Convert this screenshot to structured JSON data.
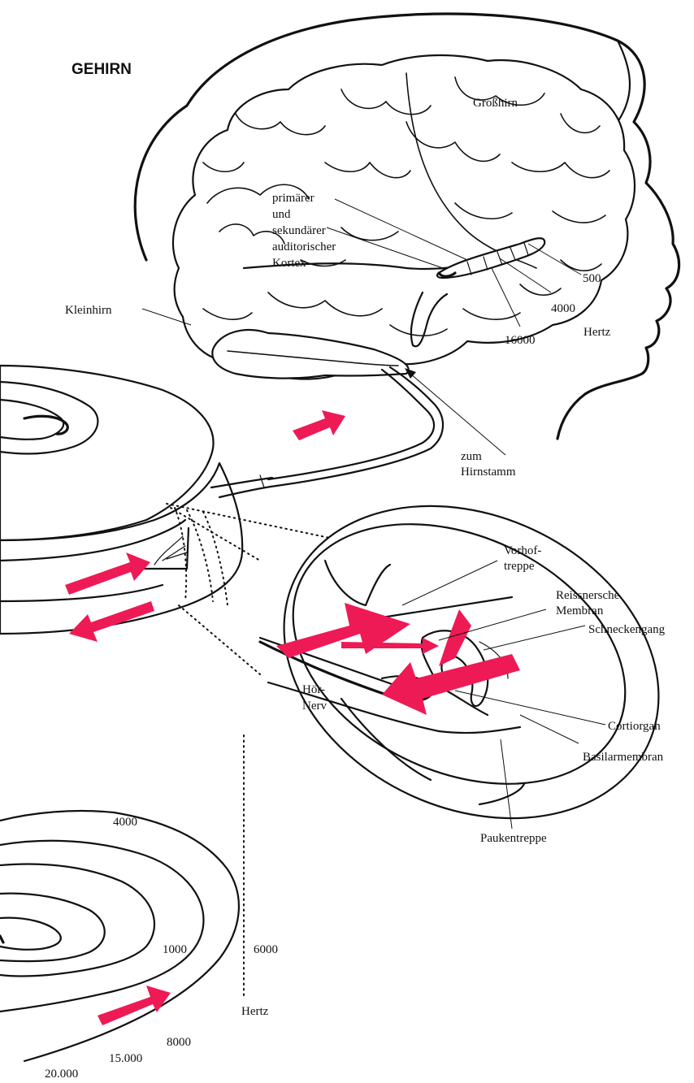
{
  "title": "GEHIRN",
  "brain_labels": {
    "cerebrum": "Großhirn",
    "cortex_lines": [
      "primärer",
      "und",
      "sekundärer",
      "auditorischer",
      "Kortex"
    ],
    "cerebellum": "Kleinhirn",
    "freq_500": "500",
    "freq_4000": "4000",
    "freq_16000": "16000",
    "hertz": "Hertz",
    "brainstem_lines": [
      "zum",
      "Hirnstamm"
    ]
  },
  "cross_section_labels": {
    "vestibuli_lines": [
      "Vorhof-",
      "treppe"
    ],
    "reissner_lines": [
      "Reissnersche",
      "Membran"
    ],
    "cochlear_duct": "Schneckengang",
    "nerve_lines": [
      "Hör-",
      "Nerv"
    ],
    "corti": "Cortiorgan",
    "basilar": "Basilarmembran",
    "tympani": "Paukentreppe"
  },
  "cochlea_labels": {
    "f4000": "4000",
    "f1000": "1000",
    "f6000": "6000",
    "hertz": "Hertz",
    "f8000": "8000",
    "f15000": "15.000",
    "f20000": "20.000"
  },
  "colors": {
    "arrow": "#ee1a55",
    "line": "#111111"
  }
}
